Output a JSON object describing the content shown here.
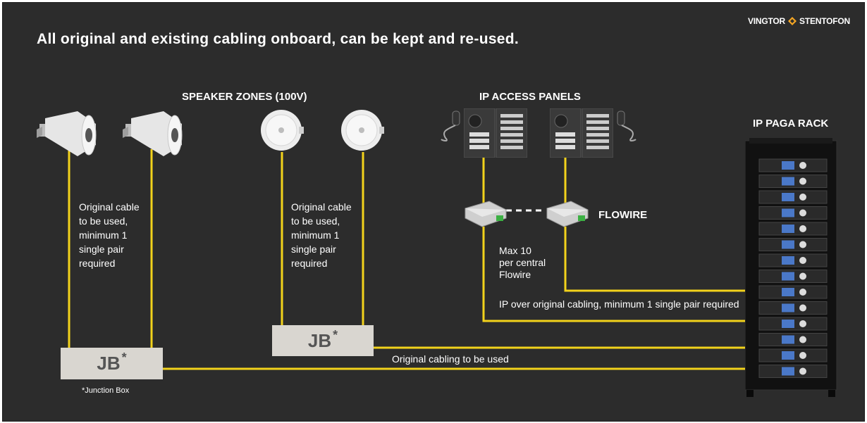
{
  "title": "All original and existing cabling onboard, can be kept and re-used.",
  "logo": {
    "left": "VINGTOR",
    "right": "STENTOFON",
    "icon": "vingtor-stentofon-logo-icon"
  },
  "headers": {
    "speaker_zones": "SPEAKER ZONES (100V)",
    "ip_access_panels": "IP ACCESS PANELS",
    "ip_paga_rack": "IP PAGA RACK",
    "flowire": "FLOWIRE"
  },
  "notes": {
    "left_cable": [
      "Original cable",
      "to be used,",
      "minimum 1",
      "single pair",
      "required"
    ],
    "mid_cable": [
      "Original cable",
      "to be used,",
      "minimum 1",
      "single pair",
      "required"
    ],
    "max10": [
      "Max 10",
      "per central",
      "Flowire"
    ],
    "ip_over": "IP over original cabling, minimum 1 single pair required",
    "original_cabling": "Original cabling to be used"
  },
  "junction_boxes": {
    "label": "JB",
    "star": "*"
  },
  "footnote": "*Junction Box",
  "colors": {
    "background": "#2c2c2c",
    "wire": "#f2d21b",
    "jb_fill": "#d9d6d0",
    "accent": "#f5a623"
  },
  "icons": [
    "horn-speaker-icon",
    "ceiling-speaker-icon",
    "ip-access-panel-icon",
    "handheld-microphone-icon",
    "flowire-adapter-icon",
    "server-rack-icon"
  ]
}
